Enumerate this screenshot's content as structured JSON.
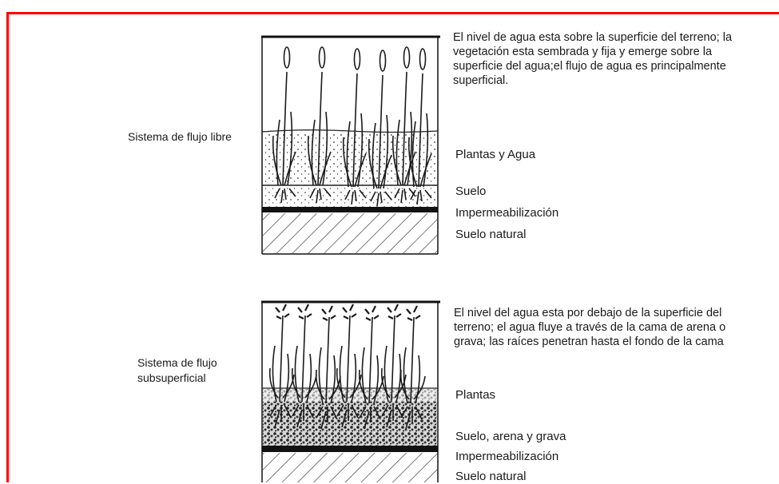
{
  "diagram_top": {
    "system_label": "Sistema de flujo libre",
    "description": "El nivel de agua esta sobre la superficie del terreno; la vegetación esta sembrada y fija y emerge sobre la superficie del agua;el flujo de agua es principalmente superficial.",
    "layers": [
      "Plantas y Agua",
      "Suelo",
      "Impermeabilización",
      "Suelo natural"
    ]
  },
  "diagram_bottom": {
    "system_label_line1": "Sistema de flujo",
    "system_label_line2": "subsuperficial",
    "description": "El nivel del agua esta por debajo de la superficie del terreno; el agua fluye a través de la cama de arena o grava; las raíces penetran hasta el fondo de la cama",
    "layers": [
      "Plantas",
      "Suelo, arena y grava",
      "Impermeabilización",
      "Suelo natural"
    ]
  },
  "colors": {
    "frame": "#ff0000",
    "ink": "#1a1a1a"
  }
}
